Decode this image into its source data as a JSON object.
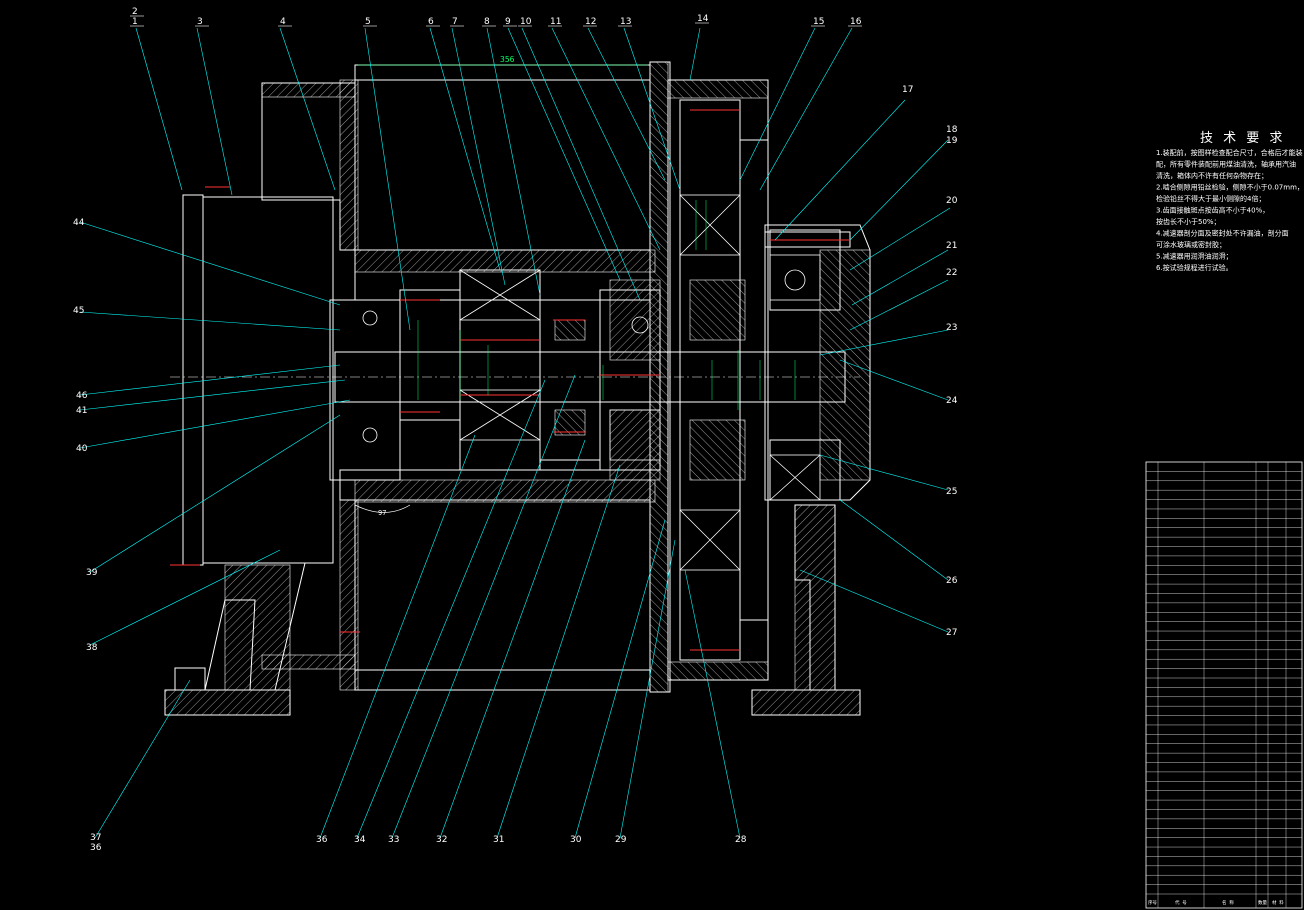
{
  "drawing": {
    "background": "#000000",
    "outline_color": "#ffffff",
    "leader_color": "#00ffff",
    "dimension_color": "#00ff66",
    "accent_color": "#ff3333",
    "top_dimension": "356",
    "angle_dimension": "97"
  },
  "top_labels": [
    "2",
    "1",
    "3",
    "4",
    "5",
    "6",
    "7",
    "8",
    "9",
    "10",
    "11",
    "12",
    "13",
    "14",
    "15",
    "16"
  ],
  "right_labels": [
    "17",
    "18",
    "19",
    "20",
    "21",
    "22",
    "23",
    "24",
    "25",
    "26",
    "27"
  ],
  "left_labels": [
    "44",
    "45",
    "46",
    "41",
    "40",
    "39",
    "38",
    "37",
    "36"
  ],
  "bottom_labels": [
    "36",
    "34",
    "33",
    "32",
    "31",
    "30",
    "29",
    "28"
  ],
  "tech": {
    "title": "技 术 要 求",
    "lines": [
      "1.装配前，按图样检查配合尺寸，合格后才能装",
      "配，所有零件装配前用煤油清洗，轴承用汽油",
      "清洗，箱体内不许有任何杂物存在；",
      "2.啮合侧隙用铅丝检验，侧隙不小于0.07mm，",
      "检验铅丝不得大于最小侧隙的4倍；",
      "3.齿面接触斑点按齿高不小于40%，",
      "按齿长不小于50%；",
      "4.减速器剖分面及密封处不许漏油，剖分面",
      "可涂水玻璃或密封胶；",
      "5.减速器用润滑油润滑；",
      "6.按试验规程进行试验。"
    ]
  },
  "parts_table": {
    "rows": 46,
    "footer": [
      "序号",
      "代 号",
      "名 称",
      "数量",
      "材 料"
    ]
  }
}
